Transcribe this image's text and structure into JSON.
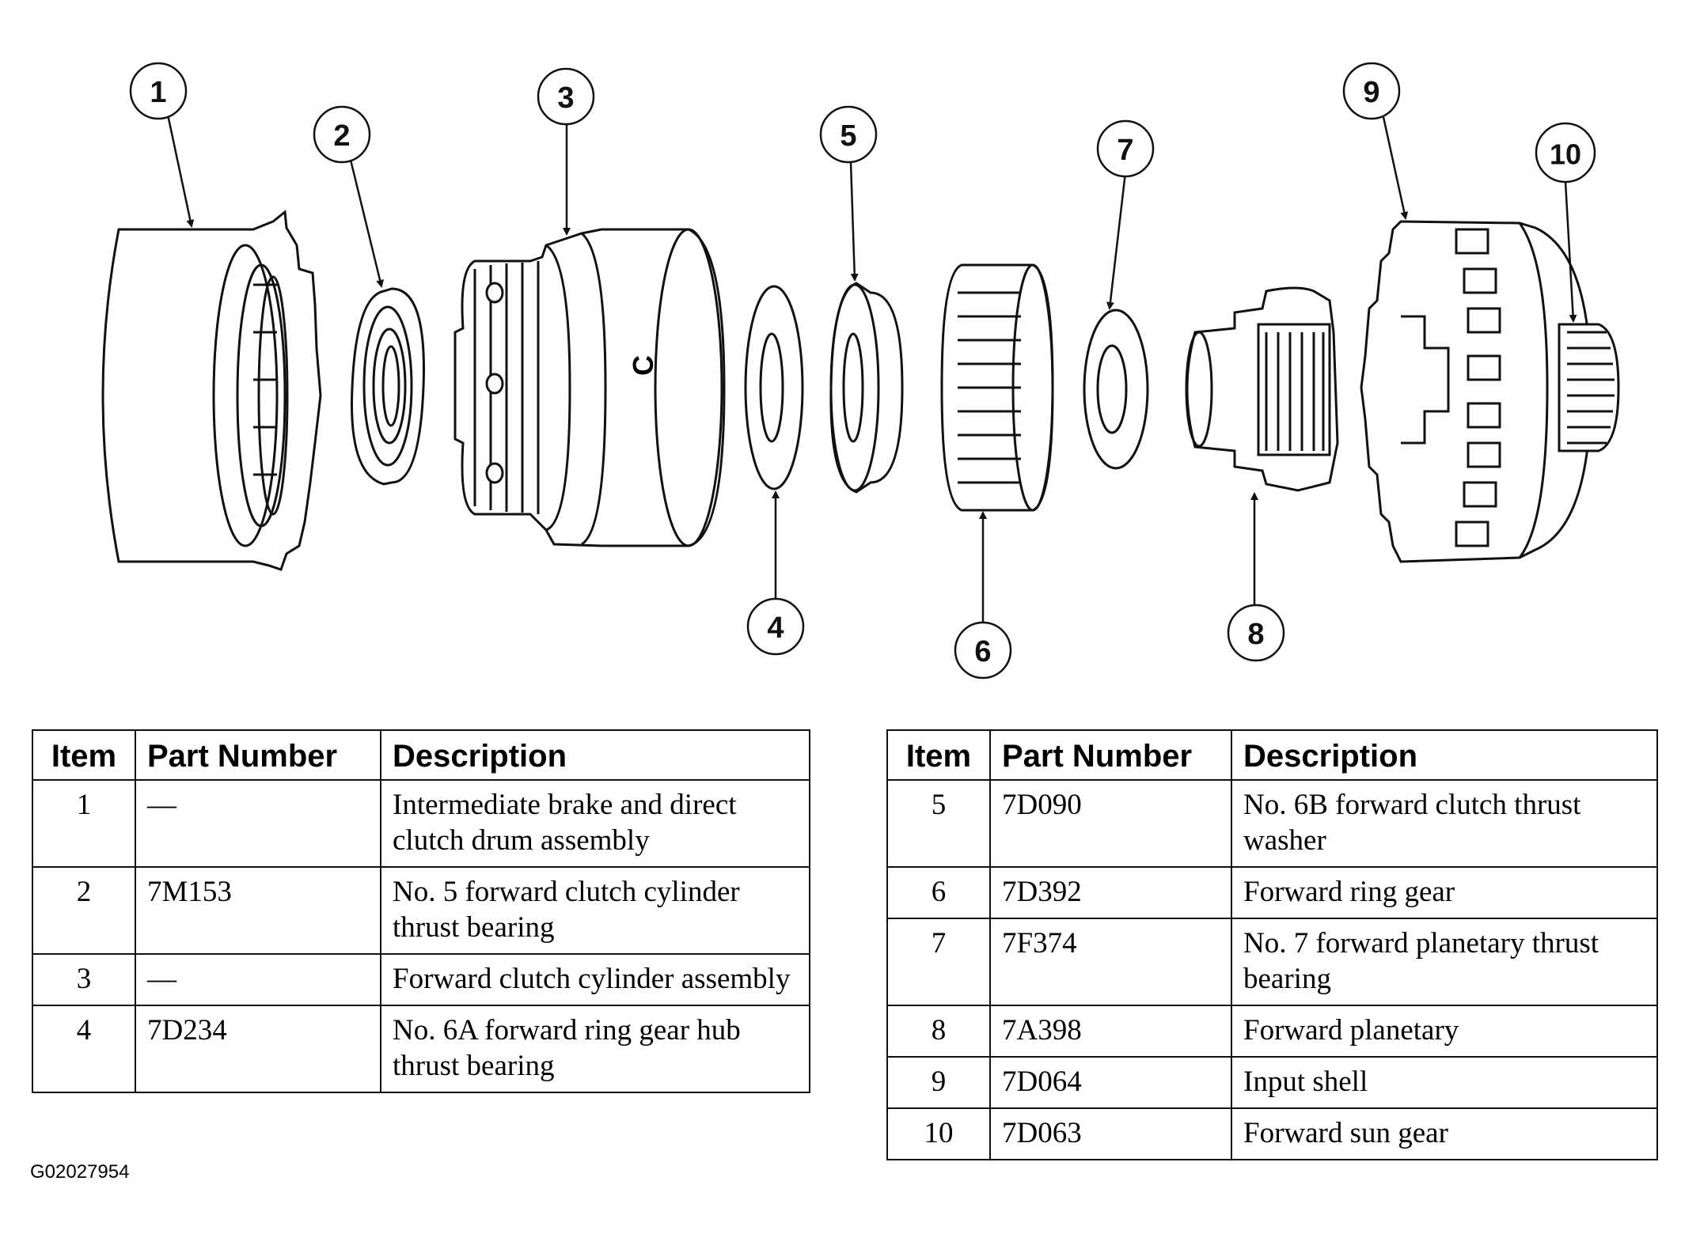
{
  "callouts": [
    "1",
    "2",
    "3",
    "4",
    "5",
    "6",
    "7",
    "8",
    "9",
    "10"
  ],
  "part_marking": "C",
  "headers": {
    "item": "Item",
    "part_number": "Part Number",
    "description": "Description"
  },
  "table_left": [
    {
      "item": "1",
      "part_number": "—",
      "description": "Intermediate brake and direct clutch drum assembly"
    },
    {
      "item": "2",
      "part_number": "7M153",
      "description": "No. 5 forward clutch cylinder thrust bearing"
    },
    {
      "item": "3",
      "part_number": "—",
      "description": "Forward clutch cylinder assembly"
    },
    {
      "item": "4",
      "part_number": "7D234",
      "description": "No. 6A forward ring gear hub thrust bearing"
    }
  ],
  "table_right": [
    {
      "item": "5",
      "part_number": "7D090",
      "description": "No. 6B forward clutch thrust washer"
    },
    {
      "item": "6",
      "part_number": "7D392",
      "description": "Forward ring gear"
    },
    {
      "item": "7",
      "part_number": "7F374",
      "description": "No. 7 forward planetary thrust bearing"
    },
    {
      "item": "8",
      "part_number": "7A398",
      "description": "Forward planetary"
    },
    {
      "item": "9",
      "part_number": "7D064",
      "description": "Input shell"
    },
    {
      "item": "10",
      "part_number": "7D063",
      "description": "Forward sun gear"
    }
  ],
  "figure_code": "G02027954"
}
